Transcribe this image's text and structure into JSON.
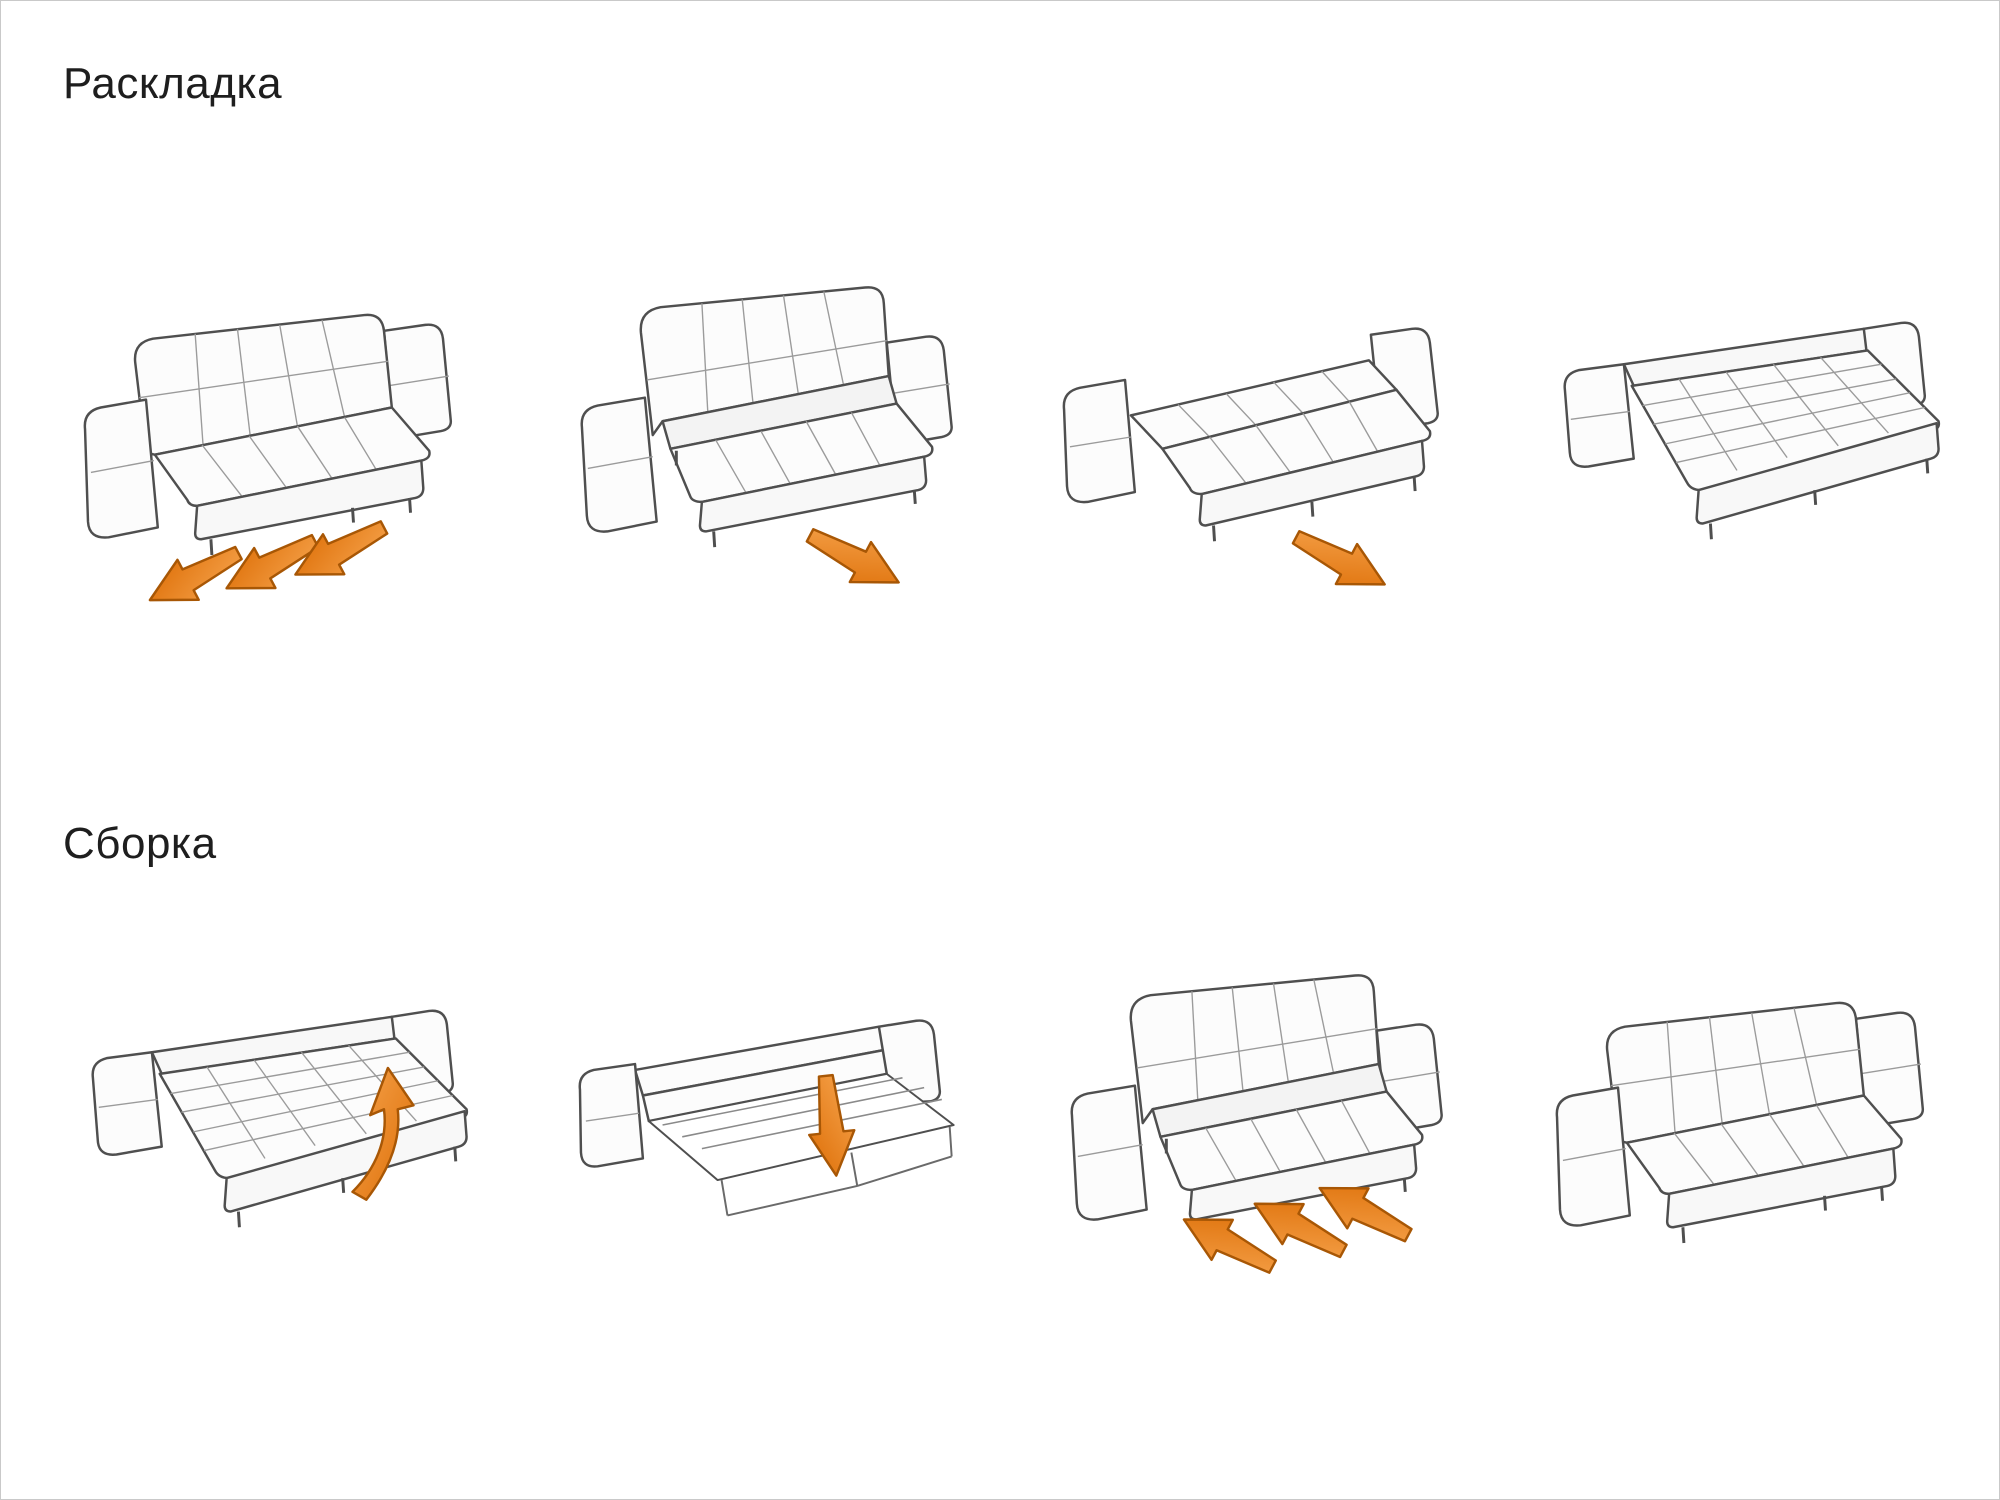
{
  "colors": {
    "background": "#ffffff",
    "page_border": "#c9c9c9",
    "line_outline": "#4f4f4f",
    "seam_line": "#9b9b9b",
    "arrow_fill": "#EC7E16",
    "arrow_stroke": "#A85705",
    "text": "#1e1e1e"
  },
  "sections": [
    {
      "title": "Раскладка",
      "steps": [
        {
          "illustration": "sofa-closed-icon",
          "arrows": {
            "count": 3,
            "direction": "down-left"
          }
        },
        {
          "illustration": "sofa-seat-pulled-out-icon",
          "arrows": {
            "count": 1,
            "direction": "down-right"
          }
        },
        {
          "illustration": "sofa-backrest-unfolding-icon",
          "arrows": {
            "count": 1,
            "direction": "down-right"
          }
        },
        {
          "illustration": "sofa-bed-flat-icon",
          "arrows": {
            "count": 0,
            "direction": "none"
          }
        }
      ]
    },
    {
      "title": "Сборка",
      "steps": [
        {
          "illustration": "sofa-bed-flat-icon",
          "arrows": {
            "count": 1,
            "direction": "curved-up"
          }
        },
        {
          "illustration": "sofa-frame-folding-icon",
          "arrows": {
            "count": 1,
            "direction": "down"
          }
        },
        {
          "illustration": "sofa-seat-pushed-in-icon",
          "arrows": {
            "count": 3,
            "direction": "up-left"
          }
        },
        {
          "illustration": "sofa-closed-icon",
          "arrows": {
            "count": 0,
            "direction": "none"
          }
        }
      ]
    }
  ]
}
